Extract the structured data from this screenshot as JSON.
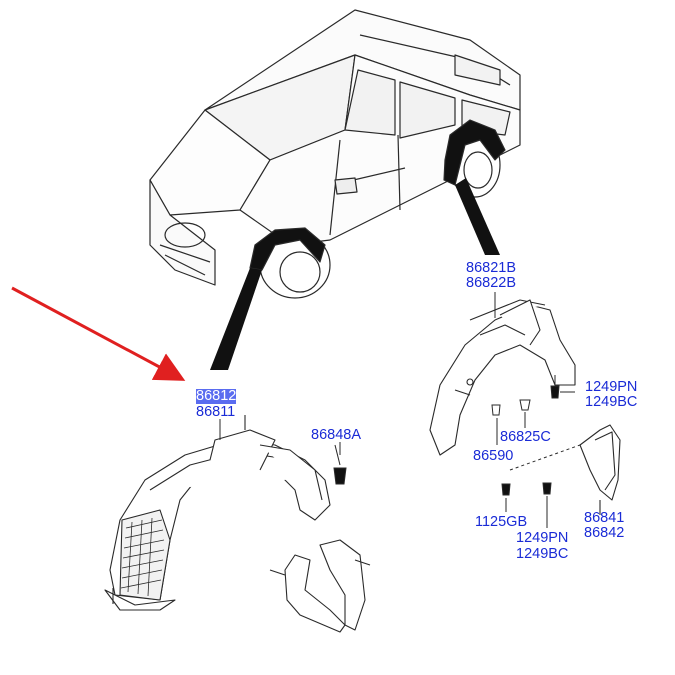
{
  "colors": {
    "label": "#1a2bd6",
    "highlight_bg": "#5a6cf0",
    "arrow": "#e02020",
    "line": "#2a2a2a",
    "fill": "#111111"
  },
  "labels": {
    "front_liner_main": "86812",
    "front_liner_alt": "86811",
    "clip_front": "86848A",
    "rear_liner_main": "86821B",
    "rear_liner_alt": "86822B",
    "screw_a": "1249PN",
    "screw_a_alt": "1249BC",
    "clip_rear": "86825C",
    "grommet": "86590",
    "bolt": "1125GB",
    "screw_b": "1249PN",
    "screw_b_alt": "1249BC",
    "mudguard_main": "86841",
    "mudguard_alt": "86842"
  },
  "icons": {
    "pointer": "red-arrow-icon",
    "vehicle": "suv-vehicle-icon"
  }
}
